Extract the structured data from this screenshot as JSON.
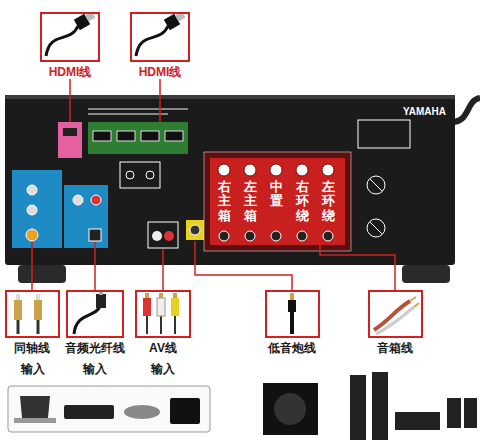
{
  "diagram": {
    "nodes": [
      {
        "text": [
          "HDMI线"
        ]
      },
      {
        "text": [
          "HDMI线"
        ]
      },
      {
        "text": [
          "YAMAHA"
        ]
      },
      {
        "text": [
          "右主箱",
          "左主箱",
          "中置",
          "右环绕",
          "左环绕"
        ],
        "in": 2
      },
      {
        "text": [
          "同轴线"
        ]
      },
      {
        "text": [
          "音频光纤线"
        ]
      },
      {
        "text": [
          "AV线"
        ]
      },
      {
        "text": [
          "低音炮线"
        ]
      },
      {
        "text": [
          "音箱线"
        ]
      }
    ],
    "edges": [
      {
        "from": 0,
        "to": 2,
        "arrow": "none"
      },
      {
        "from": 1,
        "to": 2,
        "arrow": "none"
      },
      {
        "from": 4,
        "to": 2,
        "arrow": "none"
      },
      {
        "from": 5,
        "to": 2,
        "arrow": "none"
      },
      {
        "from": 6,
        "to": 2,
        "arrow": "none"
      },
      {
        "from": 7,
        "to": 2,
        "arrow": "none"
      },
      {
        "from": 8,
        "to": 3,
        "arrow": "none"
      }
    ],
    "labels": [
      "输入",
      "输入",
      "输入"
    ]
  }
}
